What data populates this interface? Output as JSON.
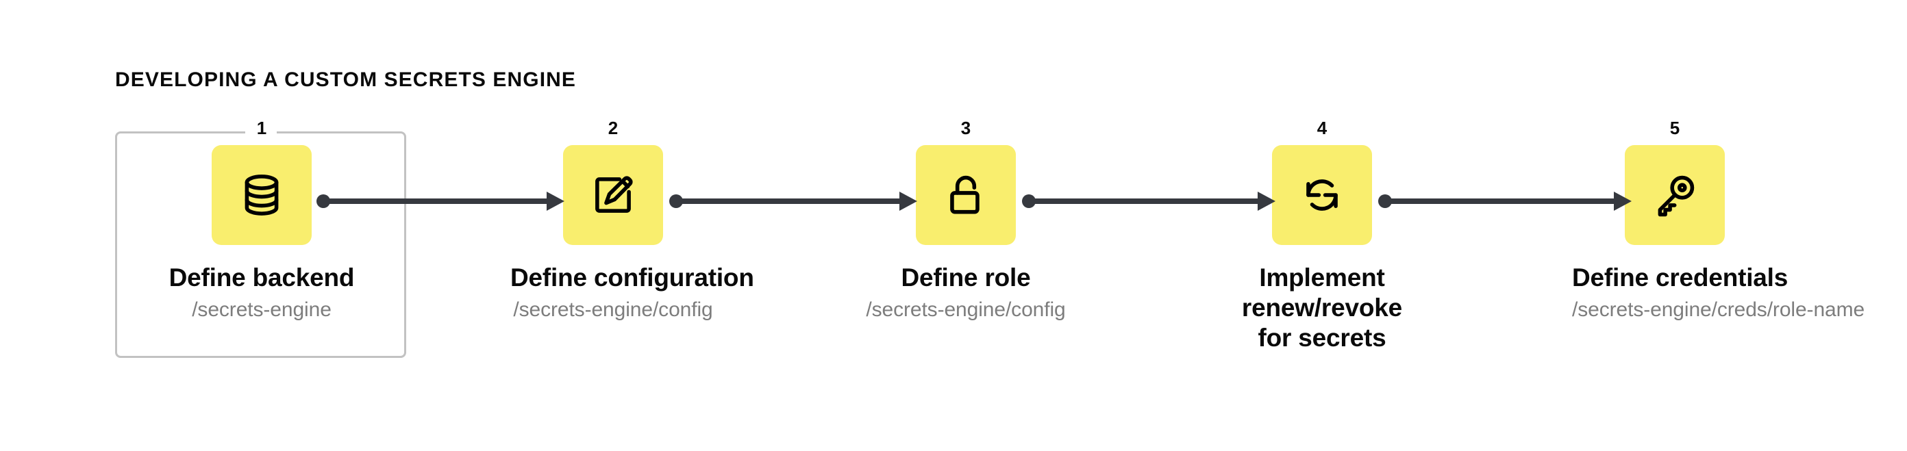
{
  "header": {
    "title": "DEVELOPING A CUSTOM SECRETS ENGINE"
  },
  "colors": {
    "tile_yellow": "#F9EE6E",
    "connector_dark": "#36393F",
    "label_black": "#0A0A0A",
    "path_gray": "#7D7D7D",
    "frame_gray": "#C2C2C2",
    "background": "#FFFFFF"
  },
  "diagram": {
    "type": "horizontal-step-flow",
    "highlighted_step": 1,
    "steps": [
      {
        "number": "1",
        "icon": "database-icon",
        "label": "Define backend",
        "path": "/secrets-engine",
        "highlighted": true
      },
      {
        "number": "2",
        "icon": "edit-square-icon",
        "label": "Define configuration",
        "path": "/secrets-engine/config",
        "highlighted": false
      },
      {
        "number": "3",
        "icon": "unlock-icon",
        "label": "Define role",
        "path": "/secrets-engine/config",
        "highlighted": false
      },
      {
        "number": "4",
        "icon": "refresh-cycle-icon",
        "label": "Implement renew/revoke for secrets",
        "path": "",
        "highlighted": false
      },
      {
        "number": "5",
        "icon": "key-icon",
        "label": "Define credentials",
        "path": "/secrets-engine/creds/role-name",
        "highlighted": false
      }
    ]
  }
}
